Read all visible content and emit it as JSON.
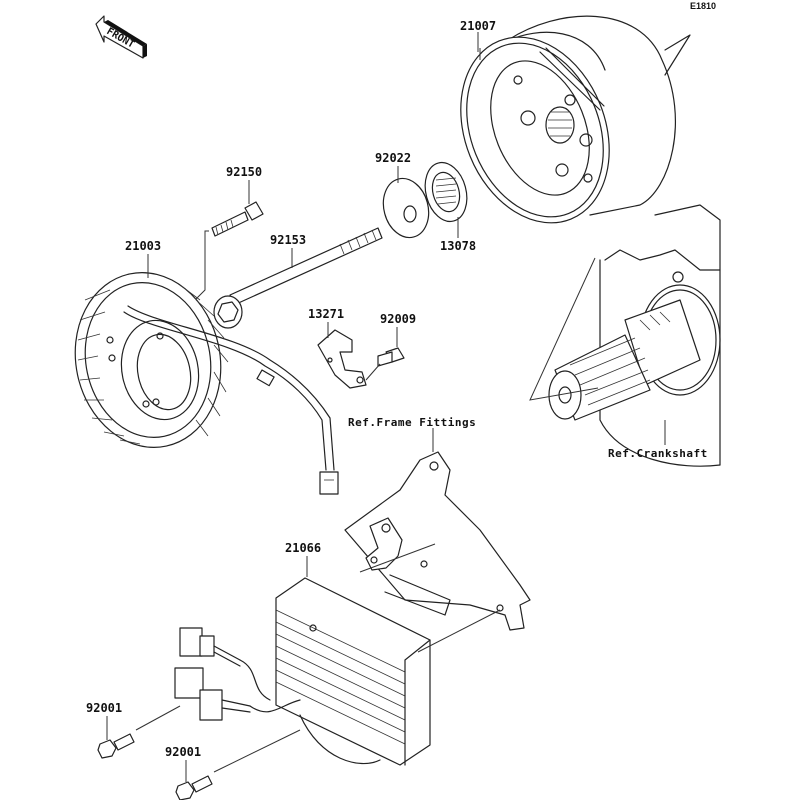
{
  "diagram": {
    "title": "Generator / Regulator parts diagram",
    "figure_code": "E1810",
    "front_indicator": "FRONT",
    "parts": [
      {
        "number": "21007",
        "name": "flywheel-rotor"
      },
      {
        "number": "92150",
        "name": "stator-bolt"
      },
      {
        "number": "92022",
        "name": "washer"
      },
      {
        "number": "21003",
        "name": "stator"
      },
      {
        "number": "92153",
        "name": "rotor-bolt"
      },
      {
        "number": "13078",
        "name": "starter-gear-hub"
      },
      {
        "number": "13271",
        "name": "wire-clamp-bracket"
      },
      {
        "number": "92009",
        "name": "clamp-screw"
      },
      {
        "number": "21066",
        "name": "regulator-rectifier"
      },
      {
        "number": "92001",
        "name": "regulator-bolt-upper"
      },
      {
        "number": "92001",
        "name": "regulator-bolt-lower"
      }
    ],
    "references": [
      {
        "label": "Ref.Frame Fittings"
      },
      {
        "label": "Ref.Crankshaft"
      }
    ]
  }
}
